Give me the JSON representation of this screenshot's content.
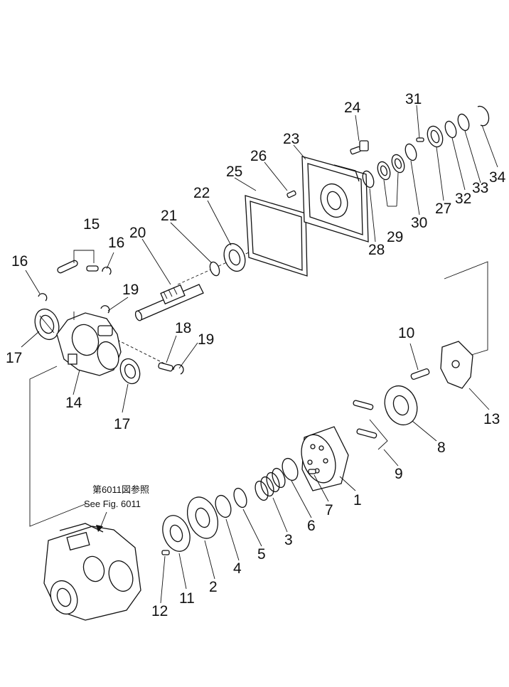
{
  "callouts": [
    {
      "id": "c1",
      "label": "1"
    },
    {
      "id": "c2",
      "label": "2"
    },
    {
      "id": "c3",
      "label": "3"
    },
    {
      "id": "c4",
      "label": "4"
    },
    {
      "id": "c5",
      "label": "5"
    },
    {
      "id": "c6",
      "label": "6"
    },
    {
      "id": "c7",
      "label": "7"
    },
    {
      "id": "c8",
      "label": "8"
    },
    {
      "id": "c9",
      "label": "9"
    },
    {
      "id": "c10",
      "label": "10"
    },
    {
      "id": "c11",
      "label": "11"
    },
    {
      "id": "c12",
      "label": "12"
    },
    {
      "id": "c13",
      "label": "13"
    },
    {
      "id": "c14",
      "label": "14"
    },
    {
      "id": "c15",
      "label": "15"
    },
    {
      "id": "c16a",
      "label": "16"
    },
    {
      "id": "c16b",
      "label": "16"
    },
    {
      "id": "c17a",
      "label": "17"
    },
    {
      "id": "c17b",
      "label": "17"
    },
    {
      "id": "c18",
      "label": "18"
    },
    {
      "id": "c19a",
      "label": "19"
    },
    {
      "id": "c19b",
      "label": "19"
    },
    {
      "id": "c20",
      "label": "20"
    },
    {
      "id": "c21",
      "label": "21"
    },
    {
      "id": "c22",
      "label": "22"
    },
    {
      "id": "c23",
      "label": "23"
    },
    {
      "id": "c24",
      "label": "24"
    },
    {
      "id": "c25",
      "label": "25"
    },
    {
      "id": "c26",
      "label": "26"
    },
    {
      "id": "c27",
      "label": "27"
    },
    {
      "id": "c28",
      "label": "28"
    },
    {
      "id": "c29",
      "label": "29"
    },
    {
      "id": "c30",
      "label": "30"
    },
    {
      "id": "c31",
      "label": "31"
    },
    {
      "id": "c32",
      "label": "32"
    },
    {
      "id": "c33",
      "label": "33"
    },
    {
      "id": "c34",
      "label": "34"
    }
  ],
  "reference": {
    "jp": "第6011図参照",
    "en": "See Fig. 6011"
  }
}
